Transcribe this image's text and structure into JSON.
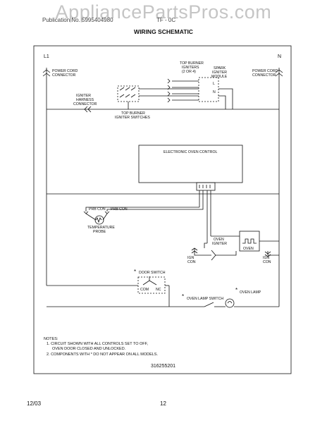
{
  "header": {
    "publication_left": "Publication No. 5995404980",
    "model_right": "TF - 0C",
    "watermark": "AppliancePartsPros.com"
  },
  "title": "WIRING SCHEMATIC",
  "labels": {
    "l1": "L1",
    "n": "N",
    "power_cord_left_1": "POWER CORD",
    "power_cord_left_2": "CONNECTOR",
    "power_cord_right_1": "POWER CORD",
    "power_cord_right_2": "CONNECTOR",
    "igniter_harness_1": "IGNITER",
    "igniter_harness_2": "HARNESS",
    "igniter_harness_3": "CONNECTOR",
    "top_burner_igniters_1": "TOP BURNER",
    "top_burner_igniters_2": "IGNITERS",
    "top_burner_igniters_3": "(2 OR 4)",
    "spark_module_1": "SPARK",
    "spark_module_2": "IGNITER",
    "spark_module_3": "MODULE",
    "spark_l": "L",
    "spark_n": "N",
    "igniter_switches_1": "TOP BURNER",
    "igniter_switches_2": "IGNITER SWITCHES",
    "electronic_oven_control": "ELECTRONIC OVEN CONTROL",
    "prb_con_left": "PRB CON",
    "prb_con_right": "PRB CON",
    "temp_probe_1": "TEMPERATURE",
    "temp_probe_2": "PROBE",
    "oven_igniter_1": "OVEN",
    "oven_igniter_2": "IGNITER",
    "oven_valve": "OVEN",
    "ign_con_left_1": "IGN",
    "ign_con_left_2": "CON",
    "ign_con_right_1": "IGN",
    "ign_con_right_2": "CON",
    "door_switch": "DOOR SWITCH",
    "com": "COM",
    "nc": "NC",
    "oven_lamp_switch": "OVEN LAMP SWITCH",
    "oven_lamp": "OVEN LAMP",
    "asterisk": "*"
  },
  "notes": {
    "heading": "NOTES:",
    "line1": "1. CIRCUIT SHOWN WITH ALL CONTROLS SET TO OFF,",
    "line1b": "OVEN DOOR CLOSED AND UNLOCKED.",
    "line2": "2. COMPONENTS WITH * DO NOT APPEAR ON ALL MODELS."
  },
  "part_number": "316255201",
  "footer": {
    "date": "12/03",
    "page": "12"
  }
}
